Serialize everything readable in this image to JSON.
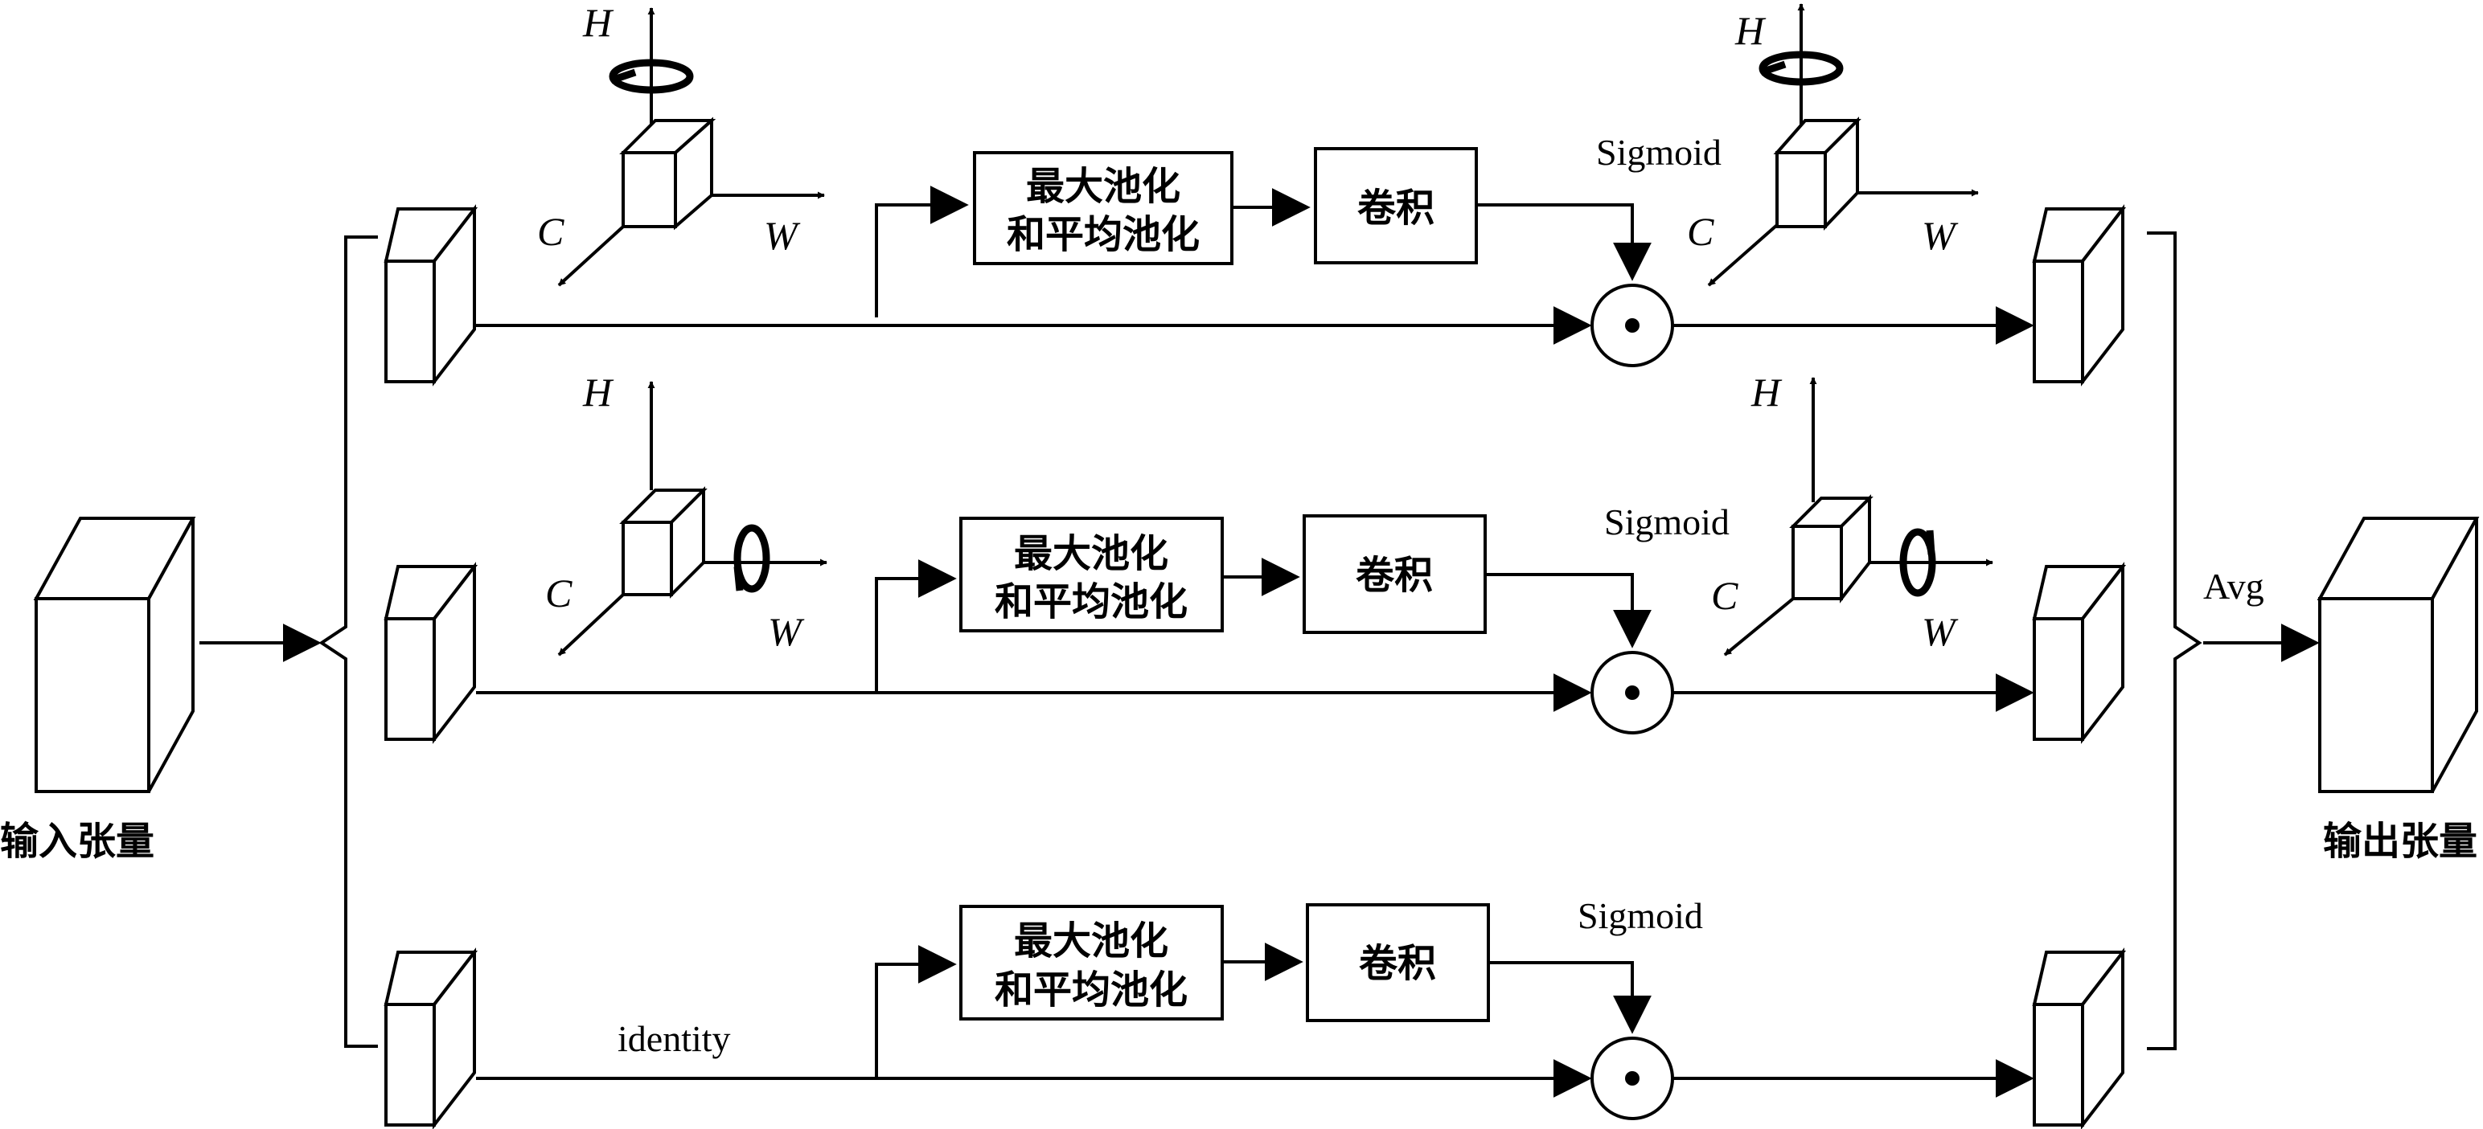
{
  "input_label": "输入张量",
  "output_label": "输出张量",
  "avg_label": "Avg",
  "identity_label": "identity",
  "axes": {
    "h": "H",
    "w": "W",
    "c": "C"
  },
  "branches": [
    {
      "pool_line1": "最大池化",
      "pool_line2": "和平均池化",
      "conv": "卷积",
      "sigmoid": "Sigmoid"
    },
    {
      "pool_line1": "最大池化",
      "pool_line2": "和平均池化",
      "conv": "卷积",
      "sigmoid": "Sigmoid"
    },
    {
      "pool_line1": "最大池化",
      "pool_line2": "和平均池化",
      "conv": "卷积",
      "sigmoid": "Sigmoid"
    }
  ]
}
